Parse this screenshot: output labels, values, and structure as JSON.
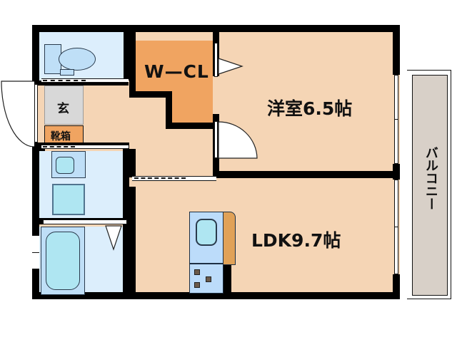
{
  "plan": {
    "title": "Apartment Floor Plan",
    "rooms": [
      {
        "key": "bedroom",
        "label": "洋室6.5帖",
        "size_jo": 6.5,
        "type": "western-room"
      },
      {
        "key": "ldk",
        "label": "LDK9.7帖",
        "size_jo": 9.7,
        "type": "living-dining-kitchen"
      },
      {
        "key": "closet",
        "label": "W—CL",
        "type": "walk-in-closet"
      },
      {
        "key": "genkan",
        "label": "玄",
        "type": "entrance"
      },
      {
        "key": "shoebox",
        "label": "靴箱",
        "type": "shoe-cabinet"
      },
      {
        "key": "balcony",
        "label": "バルコニー",
        "type": "balcony"
      }
    ]
  },
  "colors": {
    "wall": "#000000",
    "floor": "#F5D5B5",
    "closet": "#F0A461",
    "wet_area": "#DCEEFC",
    "balcony": "#D8D0C8",
    "genkan": "#D8D8D8",
    "fixture_blue": "#BFDFF7",
    "water": "#AFE6F2",
    "counter": "#E0A157",
    "background": "#FFFFFF"
  },
  "fixtures": [
    {
      "name": "toilet",
      "area": "toilet-room"
    },
    {
      "name": "washbasin",
      "area": "washroom"
    },
    {
      "name": "washing-machine-space",
      "area": "washroom"
    },
    {
      "name": "bathtub",
      "area": "bathroom"
    },
    {
      "name": "kitchen-sink",
      "area": "ldk"
    },
    {
      "name": "gas-stove",
      "area": "ldk",
      "burners": 3
    },
    {
      "name": "kitchen-counter",
      "area": "ldk"
    }
  ],
  "openings": [
    {
      "name": "entrance-door",
      "type": "swing",
      "area": "genkan"
    },
    {
      "name": "closet-door",
      "type": "folding",
      "area": "closet"
    },
    {
      "name": "bedroom-door",
      "type": "swing",
      "area": "bedroom"
    },
    {
      "name": "ldk-sliding-door",
      "type": "sliding",
      "area": "ldk"
    },
    {
      "name": "toilet-door",
      "type": "sliding",
      "area": "toilet-room"
    },
    {
      "name": "washroom-door",
      "type": "sliding",
      "area": "washroom"
    },
    {
      "name": "bathroom-door",
      "type": "folding",
      "area": "bathroom"
    },
    {
      "name": "balcony-window-bedroom",
      "type": "sliding-glass",
      "area": "bedroom"
    },
    {
      "name": "balcony-window-ldk",
      "type": "sliding-glass",
      "area": "ldk"
    }
  ]
}
